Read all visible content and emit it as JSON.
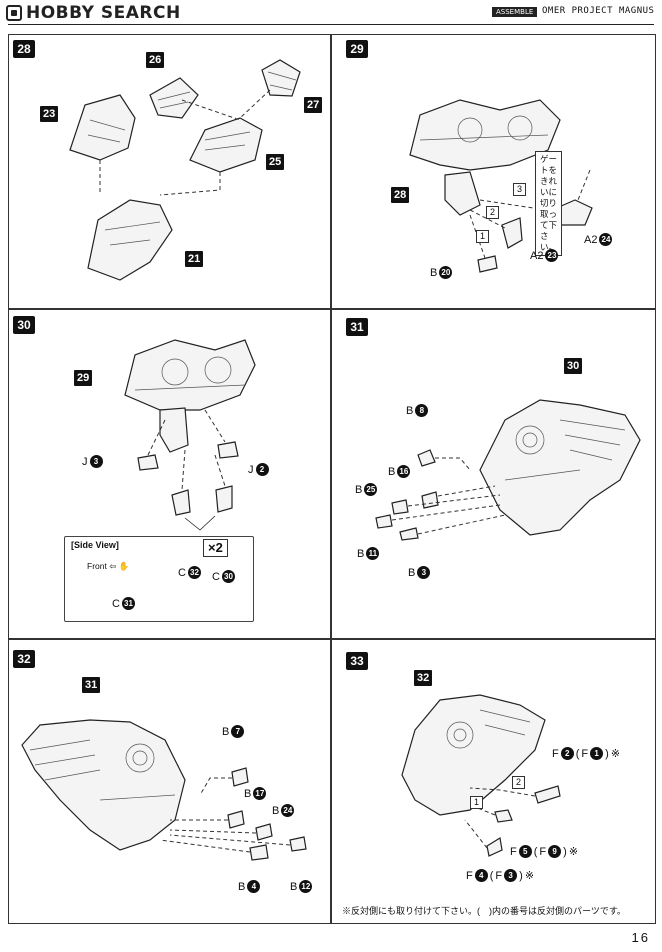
{
  "header": {
    "brand": "HOBBY SEARCH",
    "series_tag": "ASSEMBLE",
    "product": "OMER PROJECT MAGNUS"
  },
  "steps": [
    {
      "num": "28",
      "parts": [
        "23",
        "26",
        "27",
        "25",
        "21"
      ],
      "labels": []
    },
    {
      "num": "29",
      "parts": [
        "28"
      ],
      "callout": "ゲートをきれいに 切り取って下さい。",
      "labels": [
        {
          "prefix": "A2",
          "num": "24"
        },
        {
          "prefix": "A2",
          "num": "23"
        },
        {
          "prefix": "B",
          "num": "20"
        }
      ],
      "order": [
        "1",
        "2",
        "3"
      ]
    },
    {
      "num": "30",
      "parts": [
        "29"
      ],
      "labels": [
        {
          "prefix": "J",
          "num": "3"
        },
        {
          "prefix": "J",
          "num": "2"
        },
        {
          "prefix": "C",
          "num": "32"
        },
        {
          "prefix": "C",
          "num": "30"
        },
        {
          "prefix": "C",
          "num": "31"
        }
      ],
      "side_view": "[Side View]",
      "front": "Front",
      "multiplier": "×2"
    },
    {
      "num": "31",
      "parts": [
        "30"
      ],
      "labels": [
        {
          "prefix": "B",
          "num": "8"
        },
        {
          "prefix": "B",
          "num": "16"
        },
        {
          "prefix": "B",
          "num": "25"
        },
        {
          "prefix": "B",
          "num": "11"
        },
        {
          "prefix": "B",
          "num": "3"
        }
      ]
    },
    {
      "num": "32",
      "parts": [
        "31"
      ],
      "labels": [
        {
          "prefix": "B",
          "num": "7"
        },
        {
          "prefix": "B",
          "num": "17"
        },
        {
          "prefix": "B",
          "num": "24"
        },
        {
          "prefix": "B",
          "num": "4"
        },
        {
          "prefix": "B",
          "num": "12"
        }
      ]
    },
    {
      "num": "33",
      "parts": [
        "32"
      ],
      "labels": [
        {
          "prefix": "F",
          "num": "2",
          "alt": "F",
          "alt_num": "1",
          "mark": "※"
        },
        {
          "prefix": "F",
          "num": "5",
          "alt": "F",
          "alt_num": "9",
          "mark": "※"
        },
        {
          "prefix": "F",
          "num": "4",
          "alt": "F",
          "alt_num": "3",
          "mark": "※"
        }
      ],
      "order": [
        "1",
        "2"
      ]
    }
  ],
  "footnote": "※反対側にも取り付けて下さい。(　)内の番号は反対側のパーツです。",
  "page_number": "16"
}
